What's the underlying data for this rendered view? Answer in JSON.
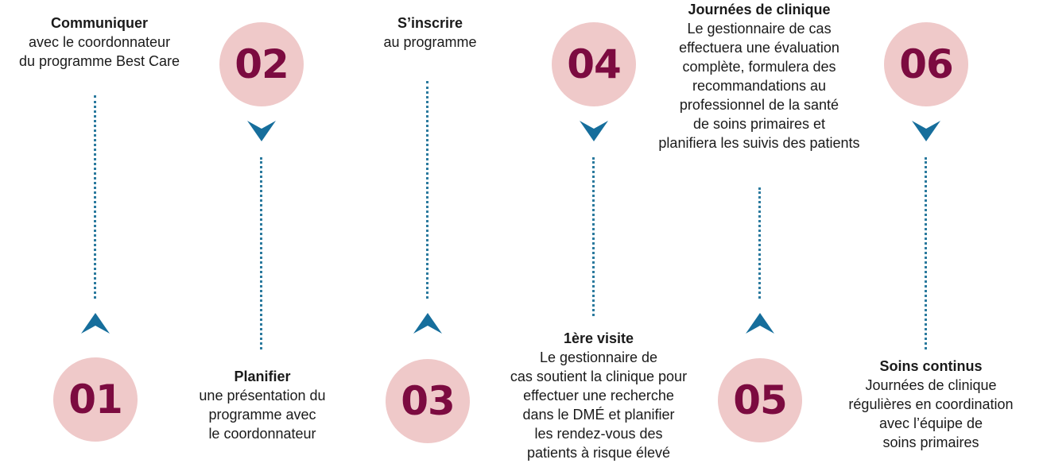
{
  "accent_color": "#7c0b40",
  "circle_color": "#efc9c9",
  "connector_color": "#2b7a9e",
  "steps": [
    {
      "number": "01",
      "title": "Communiquer",
      "lines": [
        "avec le coordonnateur",
        "du programme Best Care"
      ]
    },
    {
      "number": "02",
      "title": "Planifier",
      "lines": [
        "une présentation du",
        "programme avec",
        "le coordonnateur"
      ]
    },
    {
      "number": "03",
      "title": "S’inscrire",
      "lines": [
        "au programme"
      ]
    },
    {
      "number": "04",
      "title": "1ère visite",
      "lines": [
        "Le gestionnaire de",
        "cas soutient la clinique pour",
        "effectuer une recherche",
        "dans le DMÉ et planifier",
        "les rendez-vous des",
        "patients à risque élevé"
      ]
    },
    {
      "number": "05",
      "title": "Journées de clinique",
      "lines": [
        "Le gestionnaire de cas",
        "effectuera une évaluation",
        "complète, formulera des",
        "recommandations au",
        "professionnel de la santé",
        "de soins primaires et",
        "planifiera les suivis des patients"
      ]
    },
    {
      "number": "06",
      "title": "Soins continus",
      "lines": [
        "Journées de clinique",
        "régulières en coordination",
        "avec l’équipe de",
        "soins primaires"
      ]
    }
  ]
}
